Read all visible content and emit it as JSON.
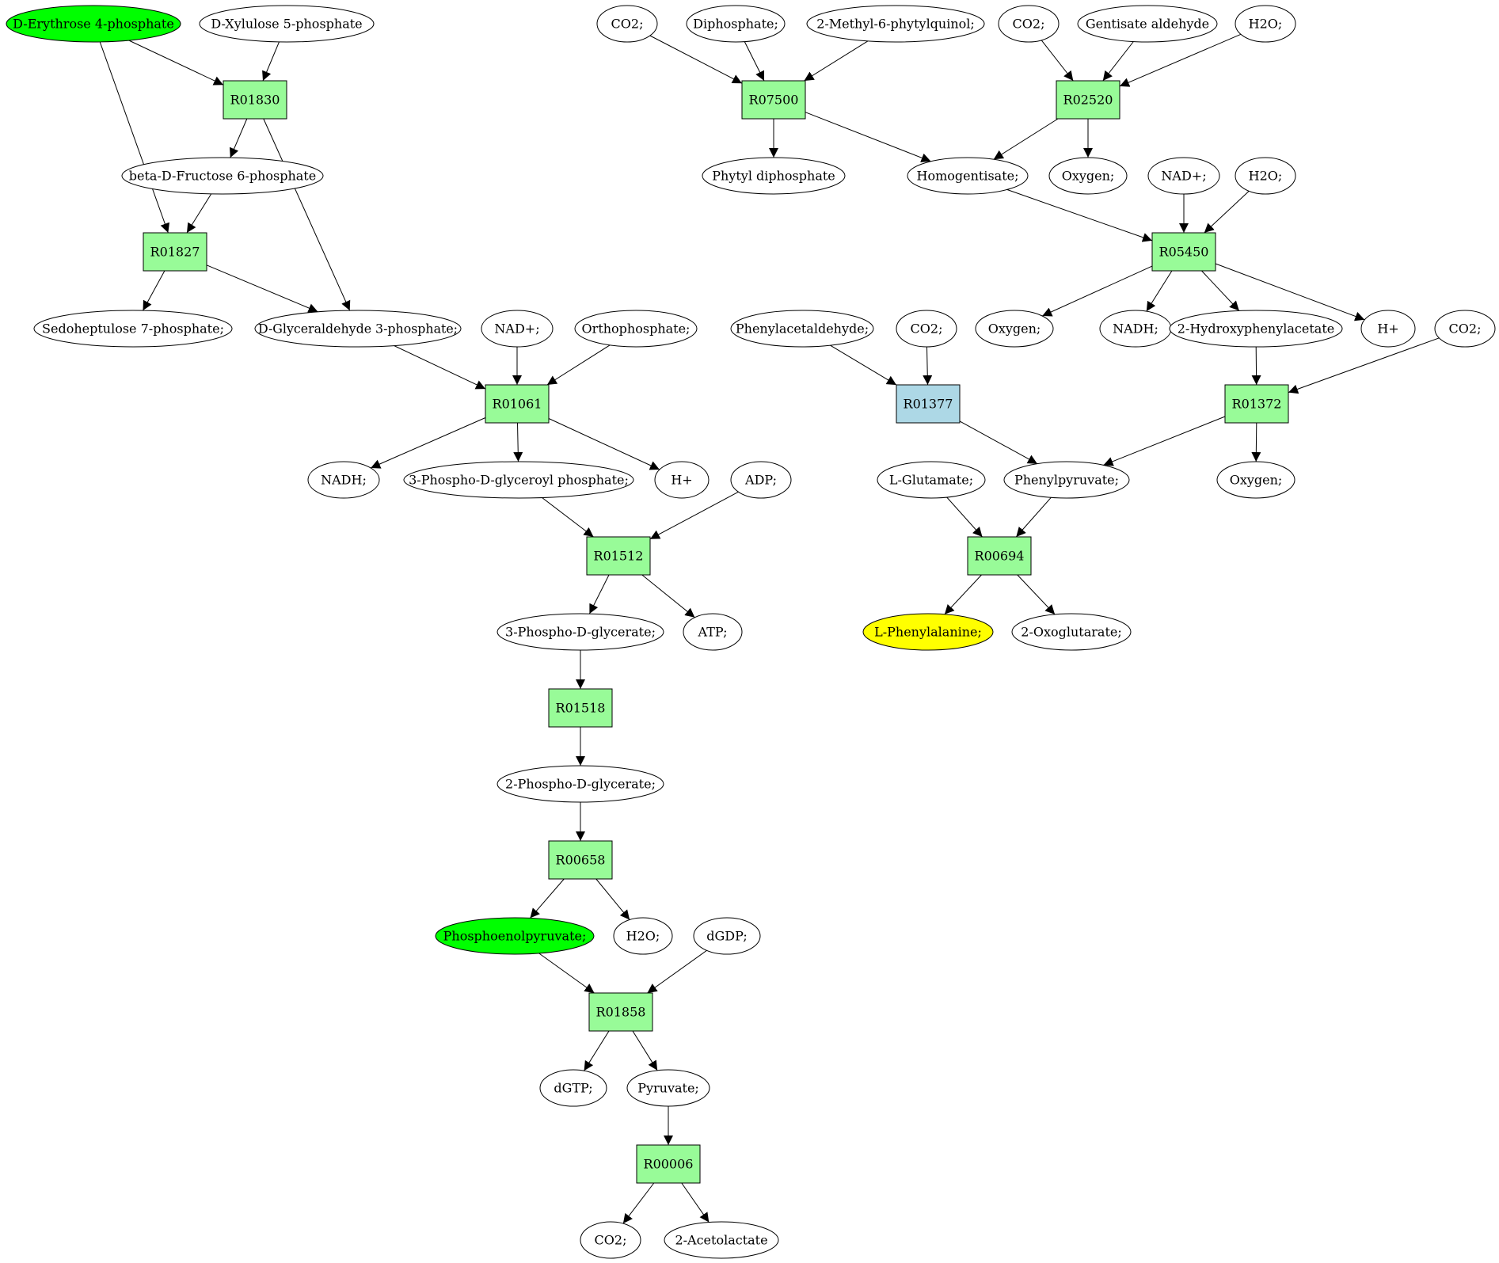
{
  "colors": {
    "reaction_fill": "#98fb98",
    "reaction_alt_fill": "#add8e6",
    "start_fill": "#00ff00",
    "target_fill": "#ffff00",
    "compound_fill": "#ffffff",
    "stroke": "#000000"
  },
  "nodes": [
    {
      "id": "c_e4p",
      "kind": "compound",
      "style": "start",
      "label": "D-Erythrose 4-phosphate"
    },
    {
      "id": "c_xyl5p",
      "kind": "compound",
      "label": "D-Xylulose 5-phosphate"
    },
    {
      "id": "r_R01830",
      "kind": "reaction",
      "label": "R01830"
    },
    {
      "id": "c_f6p",
      "kind": "compound",
      "label": "beta-D-Fructose 6-phosphate"
    },
    {
      "id": "r_R01827",
      "kind": "reaction",
      "label": "R01827"
    },
    {
      "id": "c_s7p",
      "kind": "compound",
      "label": "Sedoheptulose 7-phosphate;"
    },
    {
      "id": "c_g3p",
      "kind": "compound",
      "label": "D-Glyceraldehyde 3-phosphate;"
    },
    {
      "id": "c_nad_a",
      "kind": "compound",
      "label": "NAD+;"
    },
    {
      "id": "c_pi",
      "kind": "compound",
      "label": "Orthophosphate;"
    },
    {
      "id": "r_R01061",
      "kind": "reaction",
      "label": "R01061"
    },
    {
      "id": "c_nadh_a",
      "kind": "compound",
      "label": "NADH;"
    },
    {
      "id": "c_bpg",
      "kind": "compound",
      "label": "3-Phospho-D-glyceroyl phosphate;"
    },
    {
      "id": "c_h_a",
      "kind": "compound",
      "label": "H+"
    },
    {
      "id": "c_adp",
      "kind": "compound",
      "label": "ADP;"
    },
    {
      "id": "r_R01512",
      "kind": "reaction",
      "label": "R01512"
    },
    {
      "id": "c_3pg",
      "kind": "compound",
      "label": "3-Phospho-D-glycerate;"
    },
    {
      "id": "c_atp",
      "kind": "compound",
      "label": "ATP;"
    },
    {
      "id": "r_R01518",
      "kind": "reaction",
      "label": "R01518"
    },
    {
      "id": "c_2pg",
      "kind": "compound",
      "label": "2-Phospho-D-glycerate;"
    },
    {
      "id": "r_R00658",
      "kind": "reaction",
      "label": "R00658"
    },
    {
      "id": "c_pep",
      "kind": "compound",
      "style": "start",
      "label": "Phosphoenolpyruvate;"
    },
    {
      "id": "c_h2o_a",
      "kind": "compound",
      "label": "H2O;"
    },
    {
      "id": "c_dgdp",
      "kind": "compound",
      "label": "dGDP;"
    },
    {
      "id": "r_R01858",
      "kind": "reaction",
      "label": "R01858"
    },
    {
      "id": "c_dgtp",
      "kind": "compound",
      "label": "dGTP;"
    },
    {
      "id": "c_pyr",
      "kind": "compound",
      "label": "Pyruvate;"
    },
    {
      "id": "r_R00006",
      "kind": "reaction",
      "label": "R00006"
    },
    {
      "id": "c_co2_e",
      "kind": "compound",
      "label": "CO2;"
    },
    {
      "id": "c_acl",
      "kind": "compound",
      "label": "2-Acetolactate"
    },
    {
      "id": "c_co2_a",
      "kind": "compound",
      "label": "CO2;"
    },
    {
      "id": "c_ppi",
      "kind": "compound",
      "label": "Diphosphate;"
    },
    {
      "id": "c_mpq",
      "kind": "compound",
      "label": "2-Methyl-6-phytylquinol;"
    },
    {
      "id": "r_R07500",
      "kind": "reaction",
      "label": "R07500"
    },
    {
      "id": "c_phdp",
      "kind": "compound",
      "label": "Phytyl diphosphate"
    },
    {
      "id": "c_hga",
      "kind": "compound",
      "label": "Homogentisate;"
    },
    {
      "id": "c_co2_b",
      "kind": "compound",
      "label": "CO2;"
    },
    {
      "id": "c_gald",
      "kind": "compound",
      "label": "Gentisate aldehyde"
    },
    {
      "id": "c_h2o_b",
      "kind": "compound",
      "label": "H2O;"
    },
    {
      "id": "r_R02520",
      "kind": "reaction",
      "label": "R02520"
    },
    {
      "id": "c_o2_a",
      "kind": "compound",
      "label": "Oxygen;"
    },
    {
      "id": "c_nad_b",
      "kind": "compound",
      "label": "NAD+;"
    },
    {
      "id": "c_h2o_c",
      "kind": "compound",
      "label": "H2O;"
    },
    {
      "id": "r_R05450",
      "kind": "reaction",
      "label": "R05450"
    },
    {
      "id": "c_o2_b",
      "kind": "compound",
      "label": "Oxygen;"
    },
    {
      "id": "c_nadh_b",
      "kind": "compound",
      "label": "NADH;"
    },
    {
      "id": "c_2hpa",
      "kind": "compound",
      "label": "2-Hydroxyphenylacetate"
    },
    {
      "id": "c_h_b",
      "kind": "compound",
      "label": "H+"
    },
    {
      "id": "c_phald",
      "kind": "compound",
      "label": "Phenylacetaldehyde;"
    },
    {
      "id": "c_co2_c",
      "kind": "compound",
      "label": "CO2;"
    },
    {
      "id": "r_R01377",
      "kind": "reaction",
      "style": "alt",
      "label": "R01377"
    },
    {
      "id": "c_co2_d",
      "kind": "compound",
      "label": "CO2;"
    },
    {
      "id": "r_R01372",
      "kind": "reaction",
      "label": "R01372"
    },
    {
      "id": "c_glu",
      "kind": "compound",
      "label": "L-Glutamate;"
    },
    {
      "id": "c_ppy",
      "kind": "compound",
      "label": "Phenylpyruvate;"
    },
    {
      "id": "c_o2_c",
      "kind": "compound",
      "label": "Oxygen;"
    },
    {
      "id": "r_R00694",
      "kind": "reaction",
      "label": "R00694"
    },
    {
      "id": "c_phe",
      "kind": "compound",
      "style": "target",
      "label": "L-Phenylalanine;"
    },
    {
      "id": "c_2og",
      "kind": "compound",
      "label": "2-Oxoglutarate;"
    }
  ],
  "edges": [
    [
      "c_e4p",
      "r_R01830"
    ],
    [
      "c_xyl5p",
      "r_R01830"
    ],
    [
      "r_R01830",
      "c_f6p"
    ],
    [
      "r_R01830",
      "c_g3p"
    ],
    [
      "c_e4p",
      "r_R01827"
    ],
    [
      "c_f6p",
      "r_R01827"
    ],
    [
      "r_R01827",
      "c_s7p"
    ],
    [
      "r_R01827",
      "c_g3p"
    ],
    [
      "c_g3p",
      "r_R01061"
    ],
    [
      "c_nad_a",
      "r_R01061"
    ],
    [
      "c_pi",
      "r_R01061"
    ],
    [
      "r_R01061",
      "c_nadh_a"
    ],
    [
      "r_R01061",
      "c_bpg"
    ],
    [
      "r_R01061",
      "c_h_a"
    ],
    [
      "c_bpg",
      "r_R01512"
    ],
    [
      "c_adp",
      "r_R01512"
    ],
    [
      "r_R01512",
      "c_3pg"
    ],
    [
      "r_R01512",
      "c_atp"
    ],
    [
      "c_3pg",
      "r_R01518"
    ],
    [
      "r_R01518",
      "c_2pg"
    ],
    [
      "c_2pg",
      "r_R00658"
    ],
    [
      "r_R00658",
      "c_pep"
    ],
    [
      "r_R00658",
      "c_h2o_a"
    ],
    [
      "c_pep",
      "r_R01858"
    ],
    [
      "c_dgdp",
      "r_R01858"
    ],
    [
      "r_R01858",
      "c_dgtp"
    ],
    [
      "r_R01858",
      "c_pyr"
    ],
    [
      "c_pyr",
      "r_R00006"
    ],
    [
      "r_R00006",
      "c_co2_e"
    ],
    [
      "r_R00006",
      "c_acl"
    ],
    [
      "c_co2_a",
      "r_R07500"
    ],
    [
      "c_ppi",
      "r_R07500"
    ],
    [
      "c_mpq",
      "r_R07500"
    ],
    [
      "r_R07500",
      "c_phdp"
    ],
    [
      "r_R07500",
      "c_hga"
    ],
    [
      "c_co2_b",
      "r_R02520"
    ],
    [
      "c_gald",
      "r_R02520"
    ],
    [
      "c_h2o_b",
      "r_R02520"
    ],
    [
      "r_R02520",
      "c_hga"
    ],
    [
      "r_R02520",
      "c_o2_a"
    ],
    [
      "c_hga",
      "r_R05450"
    ],
    [
      "c_nad_b",
      "r_R05450"
    ],
    [
      "c_h2o_c",
      "r_R05450"
    ],
    [
      "r_R05450",
      "c_o2_b"
    ],
    [
      "r_R05450",
      "c_nadh_b"
    ],
    [
      "r_R05450",
      "c_2hpa"
    ],
    [
      "r_R05450",
      "c_h_b"
    ],
    [
      "c_phald",
      "r_R01377"
    ],
    [
      "c_co2_c",
      "r_R01377"
    ],
    [
      "r_R01377",
      "c_ppy"
    ],
    [
      "c_2hpa",
      "r_R01372"
    ],
    [
      "c_co2_d",
      "r_R01372"
    ],
    [
      "r_R01372",
      "c_ppy"
    ],
    [
      "r_R01372",
      "c_o2_c"
    ],
    [
      "c_glu",
      "r_R00694"
    ],
    [
      "c_ppy",
      "r_R00694"
    ],
    [
      "r_R00694",
      "c_phe"
    ],
    [
      "r_R00694",
      "c_2og"
    ]
  ]
}
